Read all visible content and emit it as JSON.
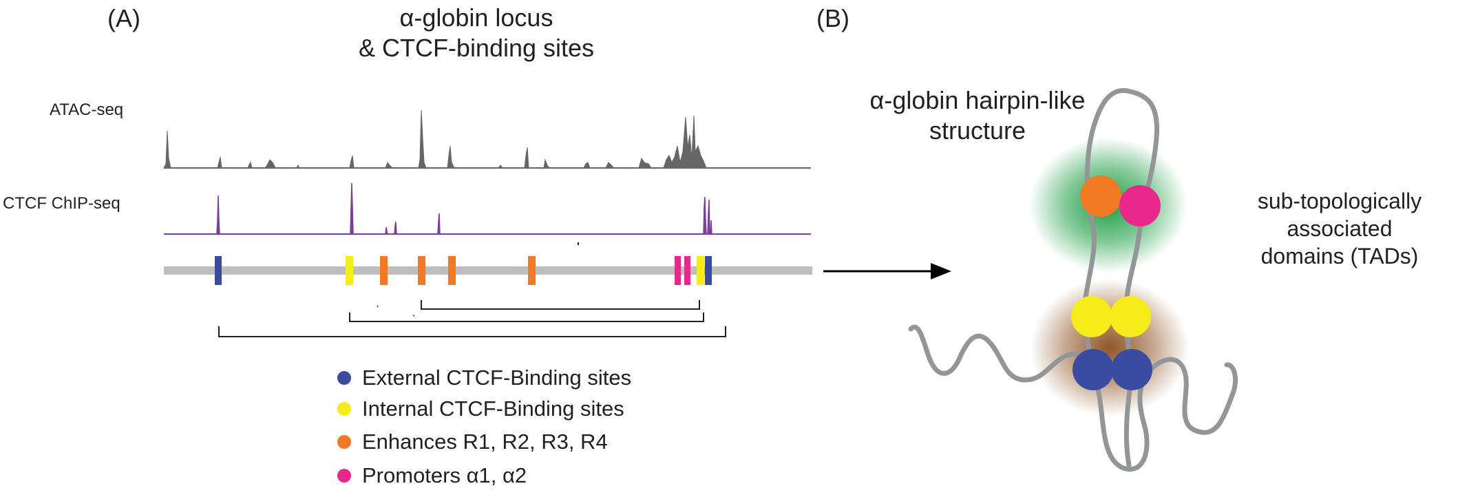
{
  "panel_a": {
    "label": "(A)",
    "title_line1": "α-globin locus",
    "title_line2": "& CTCF-binding sites",
    "tracks": {
      "atac": "ATAC-seq",
      "ctcf": "CTCF ChIP-seq"
    },
    "legend": [
      {
        "label": "External CTCF-Binding sites",
        "color": "#3b4ba0"
      },
      {
        "label": "Internal CTCF-Binding sites",
        "color": "#f7ec1b"
      },
      {
        "label": "Enhances R1, R2, R3, R4",
        "color": "#f37a24"
      },
      {
        "label": "Promoters α1, α2",
        "color": "#e8288a"
      }
    ],
    "colors": {
      "atac_signal": "#666666",
      "ctcf_signal": "#7b3f9a",
      "locus_bar": "#bfbfbf"
    }
  },
  "panel_b": {
    "label": "(B)",
    "title_line1": "α-globin hairpin-like",
    "title_line2": "structure",
    "side_line1": "sub-topologically",
    "side_line2": "associated",
    "side_line3": "domains (TADs)",
    "colors": {
      "chromatin": "#939598",
      "top_halo": "#1e9e45",
      "bottom_halo": "#8a4d1c",
      "enhancer": "#f37a24",
      "promoter": "#e8288a",
      "internal": "#f7ec1b",
      "external": "#3b4ba0"
    }
  }
}
